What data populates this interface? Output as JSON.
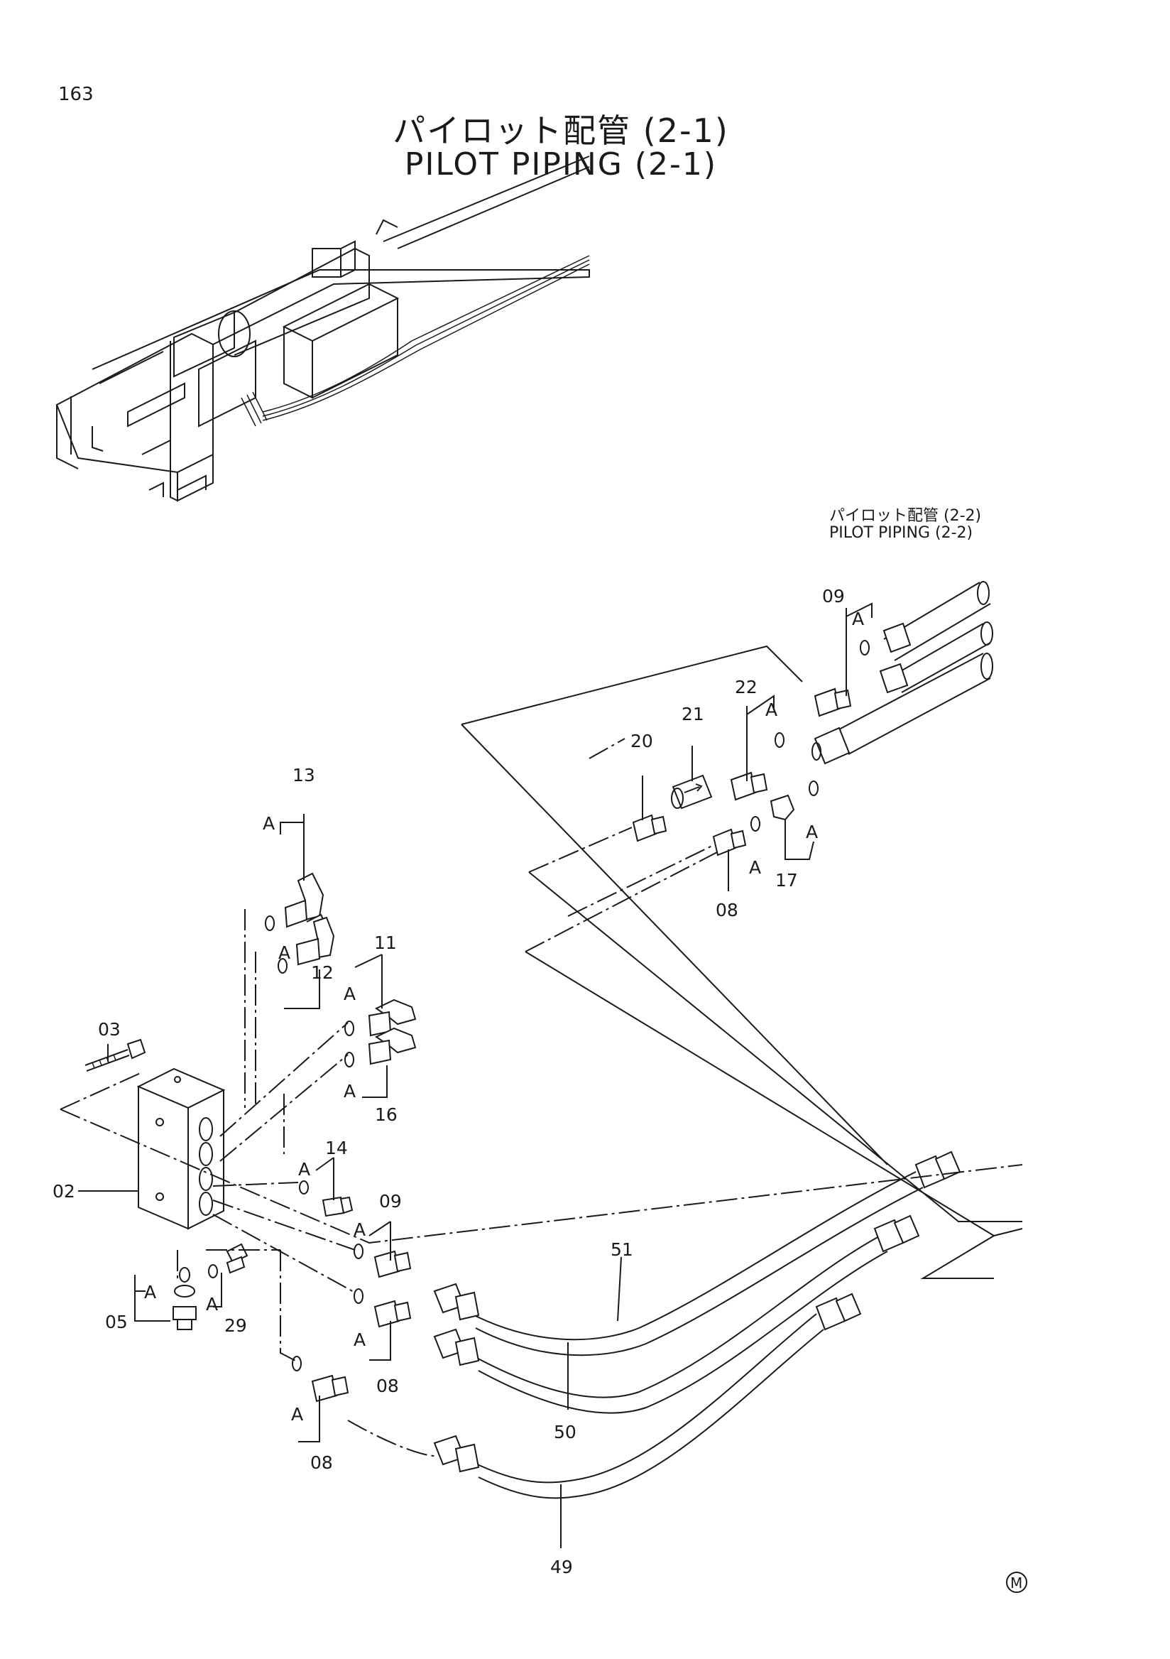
{
  "page_number": "163",
  "title_jp": "パイロット配管 (2-1)",
  "title_en": "PILOT PIPING (2-1)",
  "ref_jp": "パイロット配管 (2-2)",
  "ref_en": "PILOT PIPING (2-2)",
  "letter_a": "A",
  "mark": "M",
  "parts": {
    "p02": "02",
    "p03": "03",
    "p05": "05",
    "p08": "08",
    "p09": "09",
    "p11": "11",
    "p12": "12",
    "p13": "13",
    "p14": "14",
    "p16": "16",
    "p17": "17",
    "p20": "20",
    "p21": "21",
    "p22": "22",
    "p29": "29",
    "p49": "49",
    "p50": "50",
    "p51": "51"
  }
}
